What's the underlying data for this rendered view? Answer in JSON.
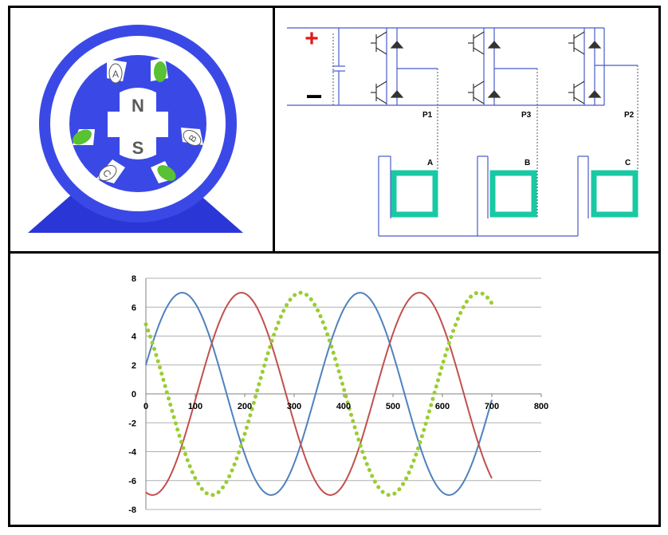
{
  "motor": {
    "rotor_north": "N",
    "rotor_south": "S",
    "coil_labels": [
      "A",
      "B",
      "C"
    ],
    "colors": {
      "stator_blue": "#3a49e6",
      "base_blue": "#2a37d6",
      "rotor_blue": "#3a49e6",
      "coil_green": "#58c232",
      "pole_text": "#5a5a5a"
    }
  },
  "circuit": {
    "plus_symbol": "+",
    "minus_symbol": "−",
    "phase_labels": [
      "P1",
      "P3",
      "P2"
    ],
    "winding_labels": [
      "A",
      "B",
      "C"
    ],
    "colors": {
      "wire": "#4a5bc9",
      "plus": "#e01b1b",
      "winding": "#19c9a3"
    }
  },
  "chart_data": {
    "type": "line",
    "x_ticks": [
      0,
      100,
      200,
      300,
      400,
      500,
      600,
      700,
      800
    ],
    "y_ticks": [
      8,
      6,
      4,
      2,
      0,
      -2,
      -4,
      -6,
      -8
    ],
    "xlim": [
      0,
      800
    ],
    "ylim": [
      -8,
      8
    ],
    "grid": "horizontal",
    "x_range": [
      0,
      700
    ],
    "amplitude": 7,
    "period": 360,
    "series": [
      {
        "color": "#4f81bd",
        "style": "solid",
        "phase_deg": 16.6
      },
      {
        "color": "#c0504d",
        "style": "solid",
        "phase_deg": -103.4
      },
      {
        "color": "#9acd32",
        "style": "dotted",
        "phase_deg": 136.6
      }
    ],
    "colors": {
      "grid": "#b0b0b0",
      "axis": "#808080",
      "tick_text": "#000000"
    }
  }
}
